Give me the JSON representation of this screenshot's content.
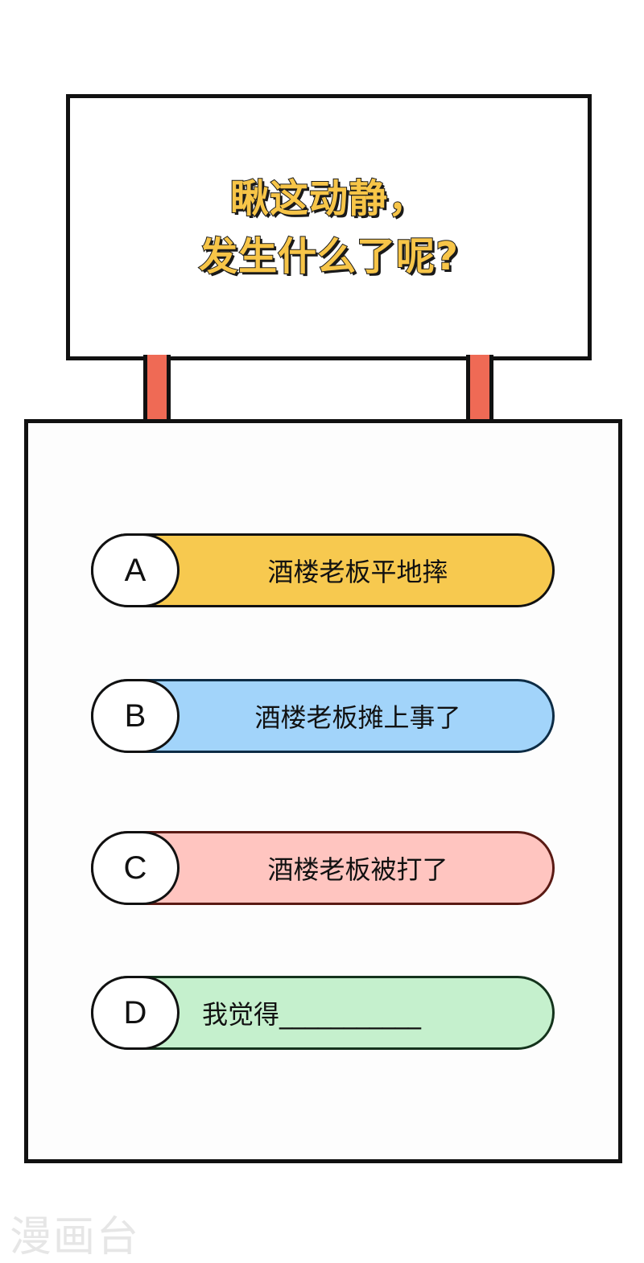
{
  "sign": {
    "line1": "瞅这动静，",
    "line2": "发生什么了呢?"
  },
  "options": [
    {
      "letter": "A",
      "text": "酒楼老板平地摔",
      "fill": "#f7c94f",
      "border": "#111111"
    },
    {
      "letter": "B",
      "text": "酒楼老板摊上事了",
      "fill": "#a2d4fa",
      "border": "#0d2c45"
    },
    {
      "letter": "C",
      "text": "酒楼老板被打了",
      "fill": "#ffc5c0",
      "border": "#5a1a14"
    },
    {
      "letter": "D",
      "text": "我觉得___________",
      "fill": "#c5f0cd",
      "border": "#14331c"
    }
  ],
  "colors": {
    "title": "#f7c548",
    "post": "#ef6a55"
  },
  "watermark": "漫画台"
}
